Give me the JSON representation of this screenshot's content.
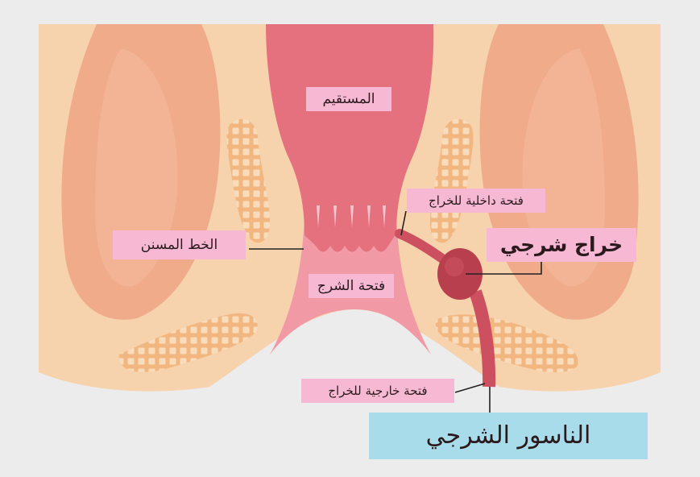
{
  "labels": {
    "rectum": "المستقيم",
    "internal_opening": "فتحة داخلية للخراج",
    "dentate_line": "الخط المسنن",
    "anal_abscess": "خراج شرجي",
    "anal_opening": "فتحة الشرج",
    "external_opening": "فتحة خارجية للخراج",
    "anal_fistula": "الناسور الشرجي"
  },
  "colors": {
    "background": "#ececec",
    "skin": "#f6d2ad",
    "muscle": "#efab8a",
    "rectum": "#e5717f",
    "anal_canal": "#f19aa6",
    "fistula": "#cd5060",
    "label_pink": "#f7b8d4",
    "label_blue": "#a8dcea"
  }
}
